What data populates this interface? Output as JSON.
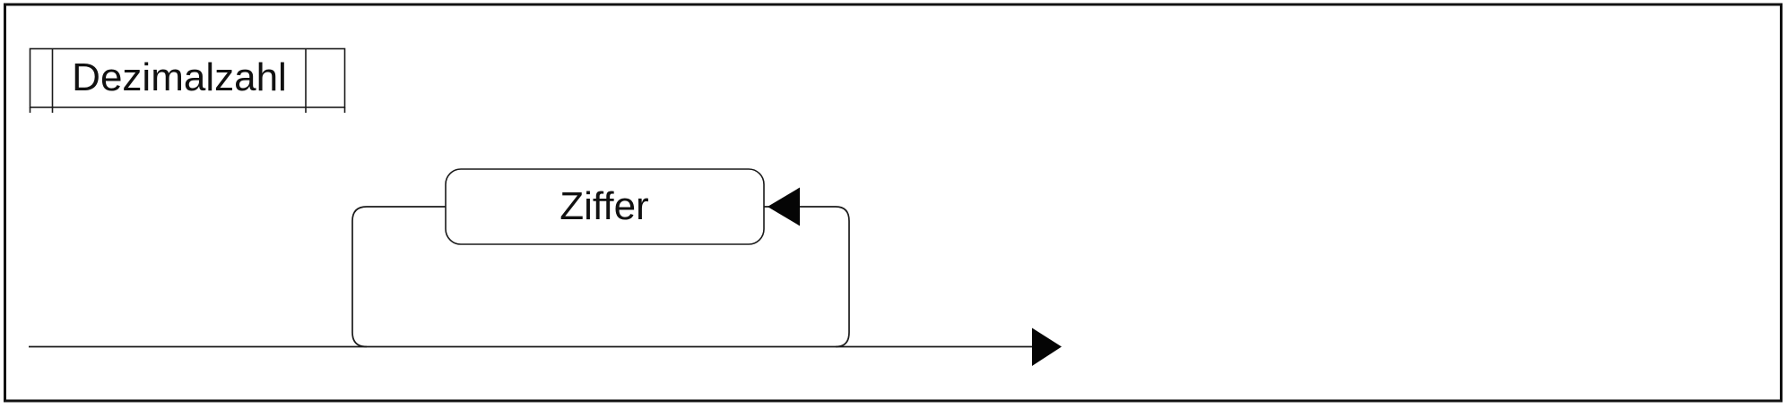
{
  "diagram": {
    "kind_label": "syntax-diagram",
    "title_box": {
      "label": "Dezimalzahl"
    },
    "loop_node": {
      "label": "Ziffer"
    },
    "colors": {
      "background": "#ffffff",
      "frame": "#121212",
      "line": "#1a1a1a",
      "arrow": "#050505",
      "node_fill": "#ffffff",
      "text": "#111111"
    }
  }
}
